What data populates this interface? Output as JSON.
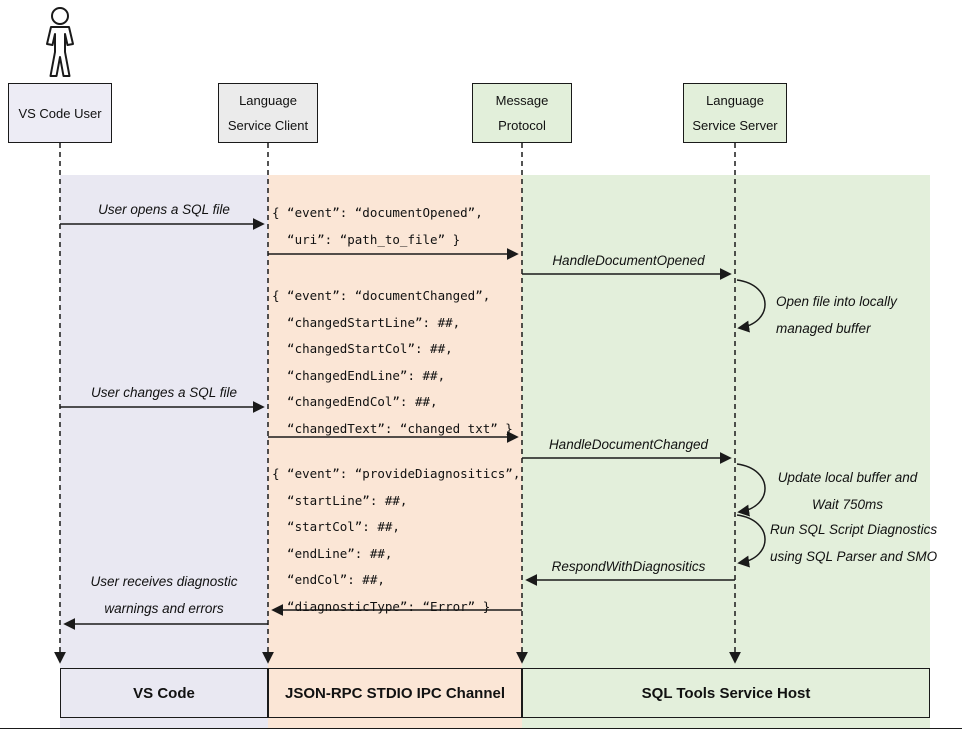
{
  "actors": {
    "user": {
      "line1": "VS Code User"
    },
    "client": {
      "line1": "Language",
      "line2": "Service Client"
    },
    "protocol": {
      "line1": "Message",
      "line2": "Protocol"
    },
    "server": {
      "line1": "Language",
      "line2": "Service Server"
    }
  },
  "messages": {
    "user_opens": "User opens a SQL file",
    "handle_document_opened": "HandleDocumentOpened",
    "user_changes": "User changes a SQL file",
    "handle_document_changed": "HandleDocumentChanged",
    "respond_with_diagnostics": "RespondWithDiagnositics",
    "user_receives": [
      "User receives diagnostic",
      "warnings and errors"
    ]
  },
  "server_notes": {
    "open_file": [
      "Open file into locally",
      "managed buffer"
    ],
    "update_buffer": [
      "Update local buffer and",
      "Wait 750ms"
    ],
    "run_diagnostics": [
      "Run SQL Script Diagnostics",
      "using SQL Parser and SMO"
    ]
  },
  "payloads": {
    "document_opened": [
      "{ “event”: “documentOpened”,",
      "  “uri”: “path_to_file” }"
    ],
    "document_changed": [
      "{ “event”: “documentChanged”,",
      "  “changedStartLine”: ##,",
      "  “changedStartCol”: ##,",
      "  “changedEndLine”: ##,",
      "  “changedEndCol”: ##,",
      "  “changedText”: “changed txt” }"
    ],
    "provide_diagnostics": [
      "{ “event”: “provideDiagnositics”,",
      "  “startLine”: ##,",
      "  “startCol”: ##,",
      "  “endLine”: ##,",
      "  “endCol”: ##,",
      "  “diagnosticType”: “Error” }"
    ]
  },
  "footers": {
    "vscode": "VS Code",
    "ipc_channel": "JSON-RPC STDIO IPC Channel",
    "service_host": "SQL Tools Service Host"
  },
  "colors": {
    "lane_user": "#e9e8f2",
    "lane_channel": "#fbe6d6",
    "lane_host": "#e3efdb",
    "actor_client_box": "#ebebeb",
    "actor_green_box": "#e2efda",
    "line": "#1a1a1a"
  }
}
